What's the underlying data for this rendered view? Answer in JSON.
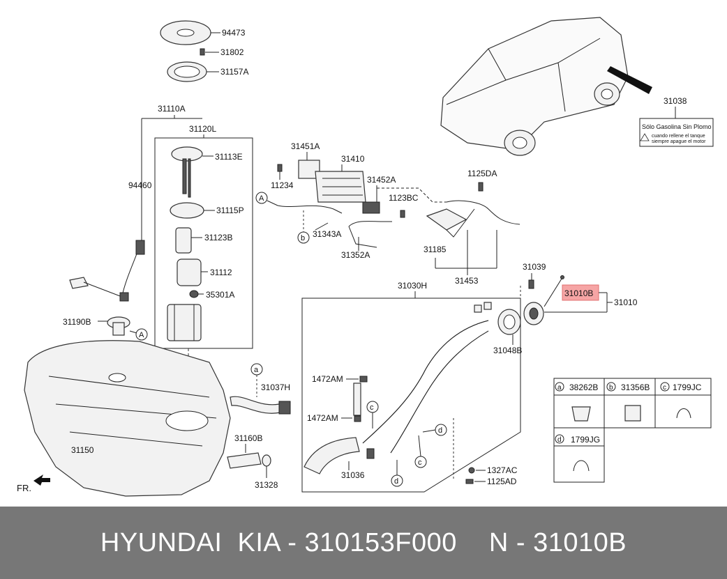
{
  "parts": {
    "p94473": "94473",
    "p31802": "31802",
    "p31157A": "31157A",
    "p31110A": "31110A",
    "p31120L": "31120L",
    "p31113E": "31113E",
    "p94460": "94460",
    "p31115P": "31115P",
    "p31123B": "31123B",
    "p31112": "31112",
    "p35301A": "35301A",
    "p31190B": "31190B",
    "p31150": "31150",
    "p31451A": "31451A",
    "p31410": "31410",
    "p11234": "11234",
    "p31452A": "31452A",
    "p1123BC": "1123BC",
    "p31343A": "31343A",
    "p31352A": "31352A",
    "p1125DA": "1125DA",
    "p31185": "31185",
    "p31453": "31453",
    "p31038": "31038",
    "p31039": "31039",
    "p31010B": "31010B",
    "p31010": "31010",
    "p31030H": "31030H",
    "p31048B": "31048B",
    "p1472AM_1": "1472AM",
    "p1472AM_2": "1472AM",
    "p31037H": "31037H",
    "p31160B": "31160B",
    "p31328": "31328",
    "p31036": "31036",
    "p1327AC": "1327AC",
    "p1125AD": "1125AD"
  },
  "callouts": {
    "A": "A",
    "a": "a",
    "b": "b",
    "c": "c",
    "d": "d"
  },
  "fuel_label": {
    "title": "Sólo Gasolina Sin Plomo",
    "line1": "cuando rellene el tanque",
    "line2": "siempre apague el motor"
  },
  "legend": {
    "a": {
      "key": "a",
      "code": "38262B"
    },
    "b": {
      "key": "b",
      "code": "31356B"
    },
    "c": {
      "key": "c",
      "code": "1799JC"
    },
    "d": {
      "key": "d",
      "code": "1799JG"
    }
  },
  "direction_label": "FR.",
  "highlight_color": "#f6a5a5",
  "footer": {
    "brand": "HYUNDAI  KIA - 310153F000",
    "number": "N - 31010B"
  }
}
